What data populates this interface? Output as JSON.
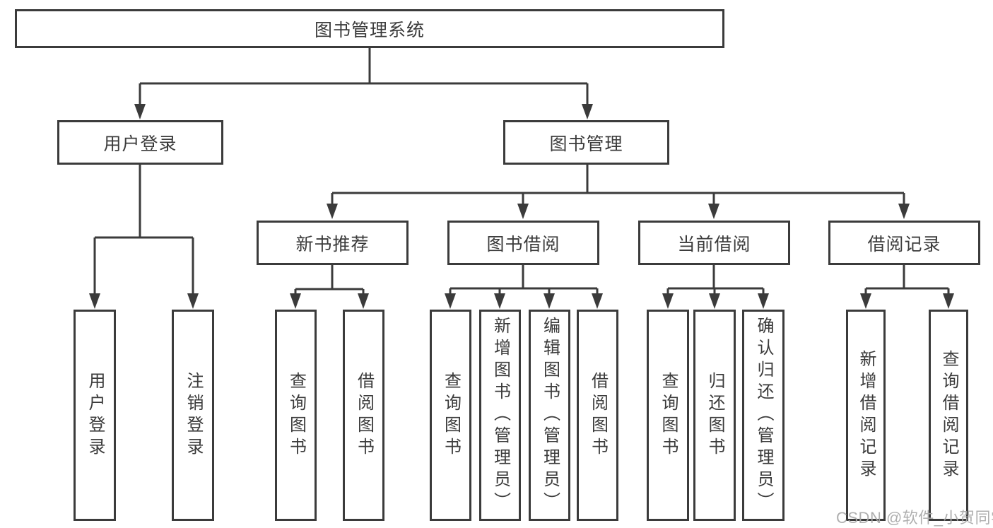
{
  "tree": {
    "root": "图书管理系统",
    "login": {
      "label": "用户登录",
      "leaves": [
        "用户登录",
        "注销登录"
      ]
    },
    "mgmt": {
      "label": "图书管理",
      "groups": [
        {
          "label": "新书推荐",
          "leaves": [
            "查询图书",
            "借阅图书"
          ]
        },
        {
          "label": "图书借阅",
          "leaves": [
            "查询图书",
            "新增图书（管理员）",
            "编辑图书（管理员）",
            "借阅图书"
          ]
        },
        {
          "label": "当前借阅",
          "leaves": [
            "查询图书",
            "归还图书",
            "确认归还（管理员）"
          ]
        },
        {
          "label": "借阅记录",
          "leaves": [
            "新增借阅记录",
            "查询借阅记录"
          ]
        }
      ]
    }
  },
  "watermark": "CSDN @软件_小贺同学",
  "colors": {
    "line": "#3b3b3b",
    "text": "#3b3b3b",
    "watermark": "#a9a9a9",
    "background": "#ffffff"
  }
}
